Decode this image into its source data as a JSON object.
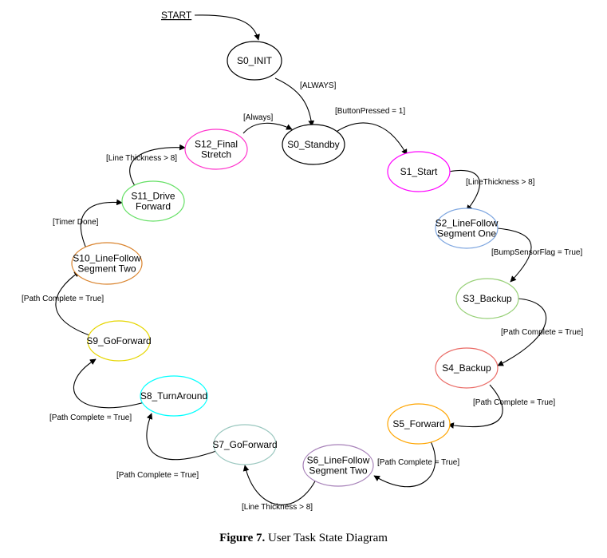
{
  "start_label": "START",
  "caption": {
    "figure_number": "Figure 7.",
    "text": " User Task State Diagram"
  },
  "states": [
    {
      "id": "s0_init",
      "lines": [
        "S0_INIT"
      ],
      "color": "#000000"
    },
    {
      "id": "s0_standby",
      "lines": [
        "S0_Standby"
      ],
      "color": "#000000"
    },
    {
      "id": "s1_start",
      "lines": [
        "S1_Start"
      ],
      "color": "#ff00ff"
    },
    {
      "id": "s2_linefollow_one",
      "lines": [
        "S2_LineFollow",
        "Segment One"
      ],
      "color": "#7ea6e0"
    },
    {
      "id": "s3_backup",
      "lines": [
        "S3_Backup"
      ],
      "color": "#97d077"
    },
    {
      "id": "s4_backup",
      "lines": [
        "S4_Backup"
      ],
      "color": "#ea6b66"
    },
    {
      "id": "s5_forward",
      "lines": [
        "S5_Forward"
      ],
      "color": "#ffa500"
    },
    {
      "id": "s6_linefollow_two",
      "lines": [
        "S6_LineFollow",
        "Segment Two"
      ],
      "color": "#a680b8"
    },
    {
      "id": "s7_goforward",
      "lines": [
        "S7_GoForward"
      ],
      "color": "#9ac7bf"
    },
    {
      "id": "s8_turnaround",
      "lines": [
        "S8_TurnAround"
      ],
      "color": "#00ffff"
    },
    {
      "id": "s9_goforward",
      "lines": [
        "S9_GoForward"
      ],
      "color": "#e6d600"
    },
    {
      "id": "s10_linefollow_two",
      "lines": [
        "S10_LineFollow",
        "Segment Two"
      ],
      "color": "#d9822b"
    },
    {
      "id": "s11_drive_forward",
      "lines": [
        "S11_Drive",
        "Forward"
      ],
      "color": "#66e066"
    },
    {
      "id": "s12_final_stretch",
      "lines": [
        "S12_Final",
        "Stretch"
      ],
      "color": "#ff33cc"
    }
  ],
  "transitions": [
    {
      "id": "t_init_standby",
      "label": "[ALWAYS]"
    },
    {
      "id": "t_standby_s1",
      "label": "[ButtonPressed = 1]"
    },
    {
      "id": "t_s1_s2",
      "label": "[LineThickness > 8]"
    },
    {
      "id": "t_s2_s3",
      "label": "[BumpSensorFlag = True]"
    },
    {
      "id": "t_s3_s4",
      "label": "[Path Complete = True]"
    },
    {
      "id": "t_s4_s5",
      "label": "[Path Complete = True]"
    },
    {
      "id": "t_s5_s6",
      "label": "[Path Complete = True]"
    },
    {
      "id": "t_s6_s7",
      "label": "[Line Thickness > 8]"
    },
    {
      "id": "t_s7_s8",
      "label": "[Path Complete = True]"
    },
    {
      "id": "t_s8_s9",
      "label": "[Path Complete = True]"
    },
    {
      "id": "t_s9_s10",
      "label": "[Path Complete = True]"
    },
    {
      "id": "t_s10_s11",
      "label": "[Timer Done]"
    },
    {
      "id": "t_s11_s12",
      "label": "[Line Thickness > 8]"
    },
    {
      "id": "t_s12_standby",
      "label": "[Always]"
    }
  ]
}
